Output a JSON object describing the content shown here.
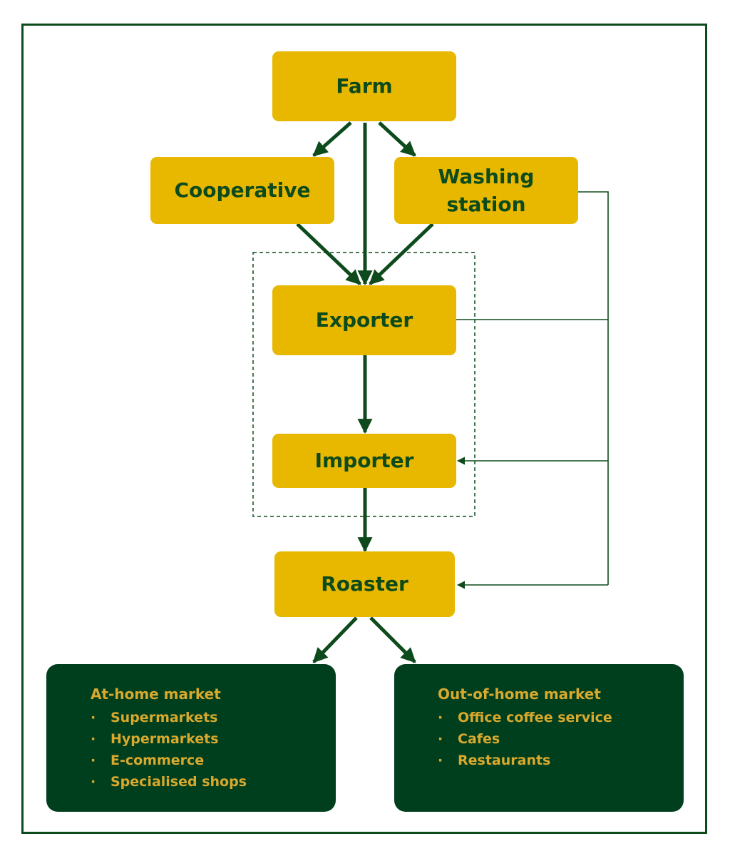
{
  "nodes": {
    "farm": "Farm",
    "cooperative": "Cooperative",
    "washing": "Washing\nstation",
    "exporter": "Exporter",
    "importer": "Importer",
    "roaster": "Roaster"
  },
  "markets": {
    "at_home": {
      "title": "At-home market",
      "items": [
        "Supermarkets",
        "Hypermarkets",
        "E-commerce",
        "Specialised shops"
      ]
    },
    "out_home": {
      "title": "Out-of-home market",
      "items": [
        "Office coffee service",
        "Cafes",
        "Restaurants"
      ]
    }
  },
  "colors": {
    "node_fill": "#e8b800",
    "dark_green": "#0d4a1c",
    "market_fill": "#003f1d",
    "market_text": "#d9a92e"
  },
  "connections": [
    [
      "farm",
      "cooperative"
    ],
    [
      "farm",
      "exporter"
    ],
    [
      "farm",
      "washing"
    ],
    [
      "cooperative",
      "exporter"
    ],
    [
      "washing",
      "exporter"
    ],
    [
      "exporter",
      "importer"
    ],
    [
      "importer",
      "roaster"
    ],
    [
      "washing",
      "importer"
    ],
    [
      "washing",
      "roaster"
    ],
    [
      "exporter",
      "importer"
    ],
    [
      "roaster",
      "at_home"
    ],
    [
      "roaster",
      "out_home"
    ]
  ]
}
